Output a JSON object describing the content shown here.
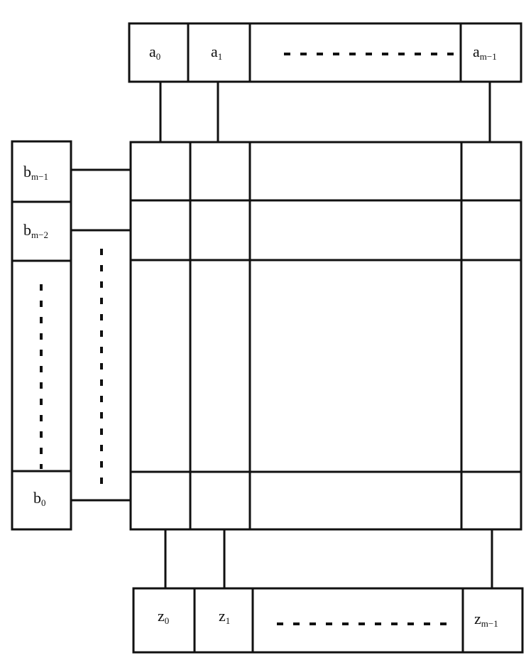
{
  "inputs_a": [
    {
      "base": "a",
      "sub": "0"
    },
    {
      "base": "a",
      "sub": "1"
    },
    {
      "base": "a",
      "sub": "m−1"
    }
  ],
  "inputs_b": [
    {
      "base": "b",
      "sub": "m−1"
    },
    {
      "base": "b",
      "sub": "m−2"
    },
    {
      "base": "b",
      "sub": "0"
    }
  ],
  "outputs_z": [
    {
      "base": "z",
      "sub": "0"
    },
    {
      "base": "z",
      "sub": "1"
    },
    {
      "base": "z",
      "sub": "m−1"
    }
  ],
  "colors": {
    "line": "#111111",
    "background": "#ffffff"
  }
}
